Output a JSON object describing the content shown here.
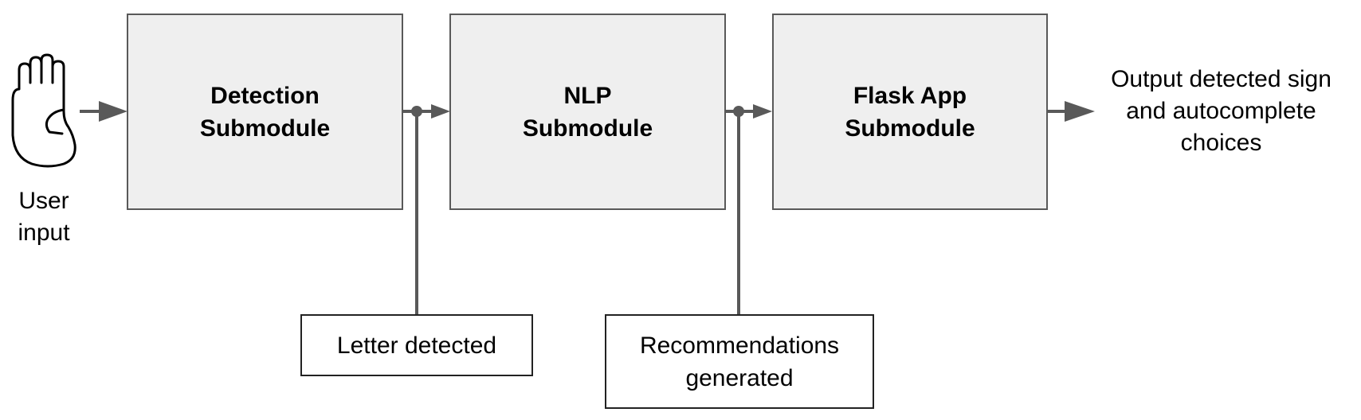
{
  "input": {
    "icon": "raised-hand-icon",
    "label_line1": "User",
    "label_line2": "input"
  },
  "modules": [
    {
      "line1": "Detection",
      "line2": "Submodule"
    },
    {
      "line1": "NLP",
      "line2": "Submodule"
    },
    {
      "line1": "Flask App",
      "line2": "Submodule"
    }
  ],
  "outputs": [
    {
      "line1": "Letter detected"
    },
    {
      "line1": "Recommendations",
      "line2": "generated"
    }
  ],
  "final_output": {
    "line1": "Output detected sign",
    "line2": "and autocomplete",
    "line3": "choices"
  },
  "colors": {
    "module_fill": "#efefef",
    "line": "#595959"
  }
}
